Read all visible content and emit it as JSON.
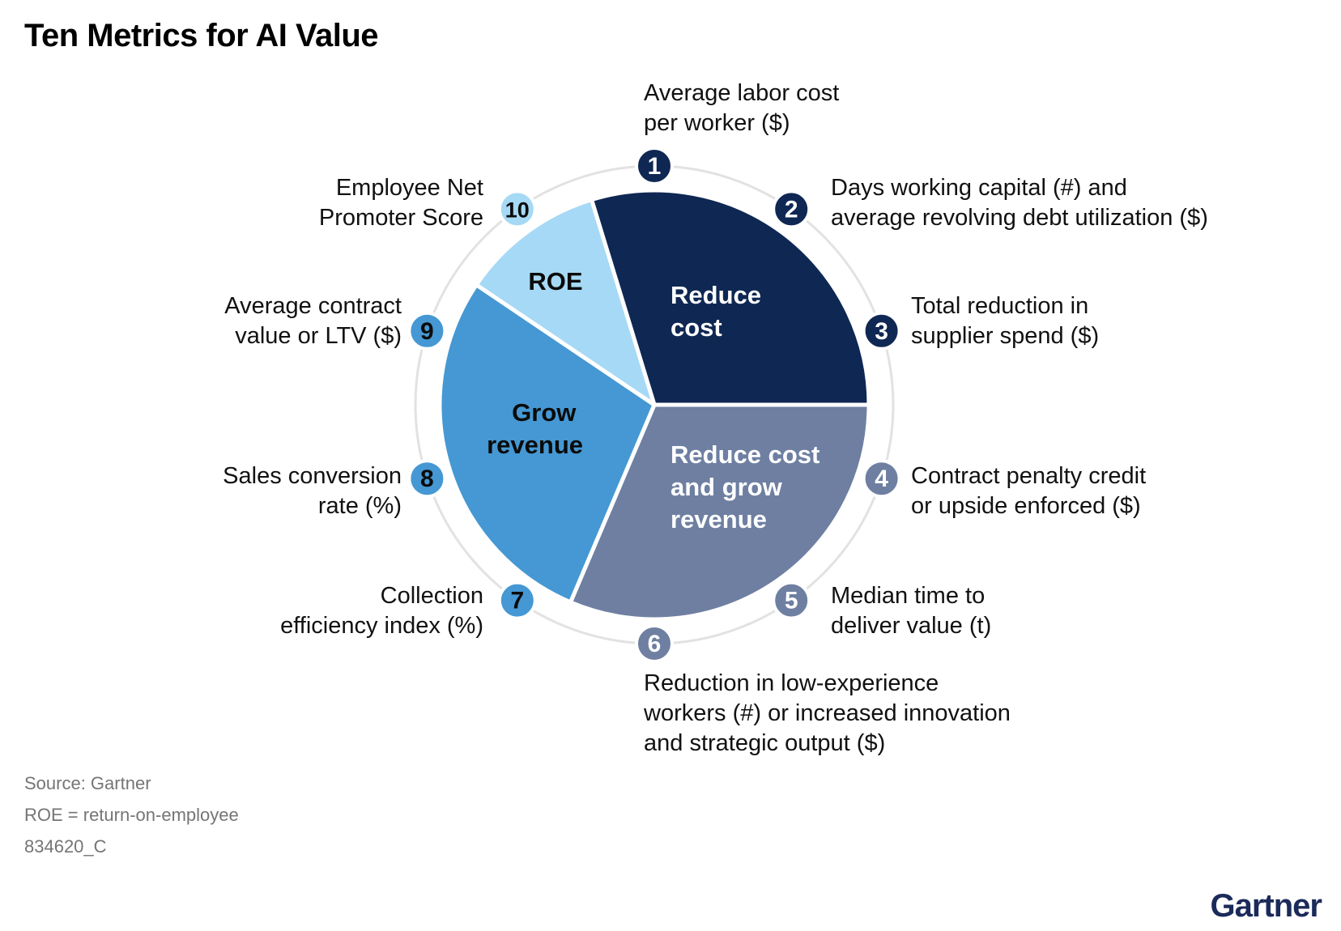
{
  "title": "Ten Metrics for AI Value",
  "segments": [
    {
      "label_lines": [
        "Reduce",
        "cost"
      ],
      "color": "#0f2753",
      "text_color": "#ffffff"
    },
    {
      "label_lines": [
        "Reduce cost",
        "and grow",
        "revenue"
      ],
      "color": "#6e7fa2",
      "text_color": "#ffffff"
    },
    {
      "label_lines": [
        "Grow",
        "revenue"
      ],
      "color": "#4598d3",
      "text_color": "#0b0b0b"
    },
    {
      "label_lines": [
        "ROE"
      ],
      "color": "#a6d9f5",
      "text_color": "#0b0b0b"
    }
  ],
  "metrics": [
    {
      "number": "1",
      "line1": "Average labor cost",
      "line2": "per worker ($)",
      "badge_color": "#0f2753",
      "number_color": "#ffffff"
    },
    {
      "number": "2",
      "line1": "Days working capital (#) and",
      "line2": "average revolving debt utilization ($)",
      "badge_color": "#0f2753",
      "number_color": "#ffffff"
    },
    {
      "number": "3",
      "line1": "Total reduction in",
      "line2": "supplier spend ($)",
      "badge_color": "#0f2753",
      "number_color": "#ffffff"
    },
    {
      "number": "4",
      "line1": "Contract penalty credit",
      "line2": "or upside enforced ($)",
      "badge_color": "#6e7fa2",
      "number_color": "#ffffff"
    },
    {
      "number": "5",
      "line1": "Median time to",
      "line2": "deliver value (t)",
      "badge_color": "#6e7fa2",
      "number_color": "#ffffff"
    },
    {
      "number": "6",
      "line1": "Reduction in low-experience",
      "line2": "workers (#) or increased innovation",
      "line3": "and strategic output ($)",
      "badge_color": "#6e7fa2",
      "number_color": "#ffffff"
    },
    {
      "number": "7",
      "line1": "Collection",
      "line2": "efficiency index (%)",
      "badge_color": "#4598d3",
      "number_color": "#0b0b0b"
    },
    {
      "number": "8",
      "line1": "Sales conversion",
      "line2": "rate (%)",
      "badge_color": "#4598d3",
      "number_color": "#0b0b0b"
    },
    {
      "number": "9",
      "line1": "Average contract",
      "line2": "value or LTV ($)",
      "badge_color": "#4598d3",
      "number_color": "#0b0b0b"
    },
    {
      "number": "10",
      "line1": "Employee Net",
      "line2": "Promoter Score",
      "badge_color": "#a6d9f5",
      "number_color": "#0b0b0b"
    }
  ],
  "footer": {
    "source": "Source: Gartner",
    "note": "ROE = return-on-employee",
    "id": "834620_C"
  },
  "brand": "Gartner"
}
